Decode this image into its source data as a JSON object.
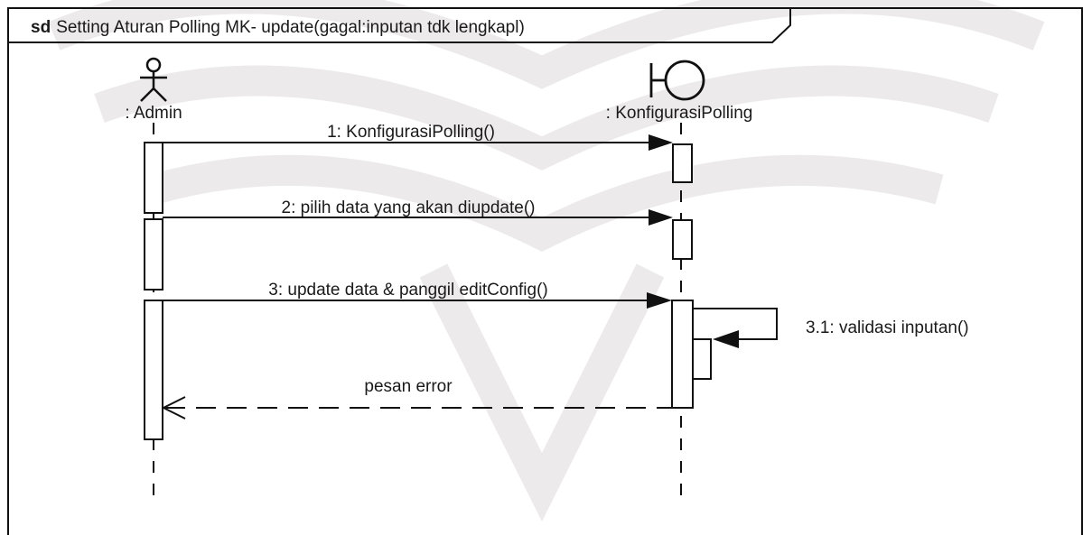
{
  "frame": {
    "keyword": "sd",
    "title": "Setting Aturan Polling MK- update(gagal:inputan tdk lengkapl)"
  },
  "lifelines": [
    {
      "kind": "actor",
      "label": ": Admin"
    },
    {
      "kind": "boundary",
      "label": ": KonfigurasiPolling"
    }
  ],
  "messages": [
    {
      "text": "1: KonfigurasiPolling()"
    },
    {
      "text": "2: pilih data yang akan diupdate()"
    },
    {
      "text": "3: update data & panggil editConfig()"
    },
    {
      "text": "3.1: validasi inputan()"
    },
    {
      "text": "pesan error"
    }
  ]
}
